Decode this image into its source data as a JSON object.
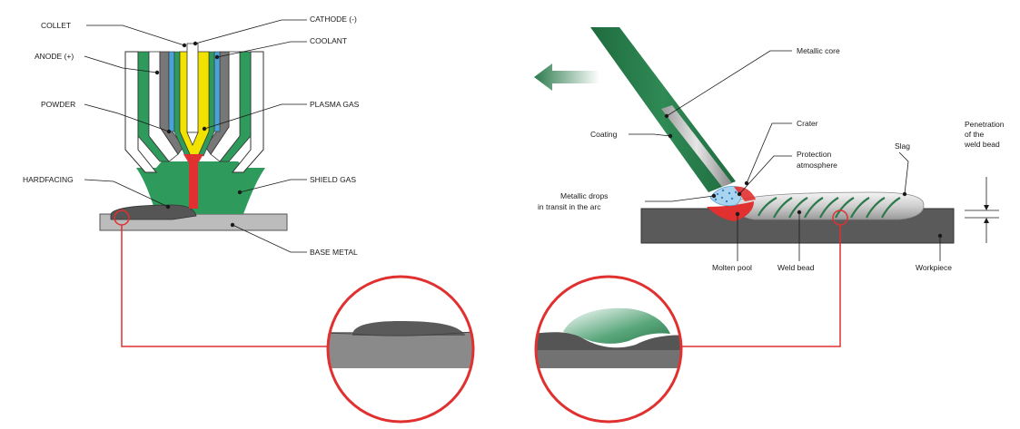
{
  "left_diagram": {
    "labels": {
      "collet": "COLLET",
      "cathode": "CATHODE (-)",
      "coolant": "COOLANT",
      "anode": "ANODE (+)",
      "powder": "POWDER",
      "plasma_gas": "PLASMA GAS",
      "hardfacing": "HARDFACING",
      "shield_gas": "SHIELD GAS",
      "base_metal": "BASE METAL"
    }
  },
  "right_diagram": {
    "labels": {
      "metallic_core": "Metallic core",
      "coating": "Coating",
      "crater": "Crater",
      "protection_1": "Protection",
      "protection_2": "atmosphere",
      "slag": "Slag",
      "penetration_1": "Penetration",
      "penetration_2": "of the",
      "penetration_3": "weld bead",
      "drops_1": "Metallic drops",
      "drops_2": "in transit in the arc",
      "molten_pool": "Molten pool",
      "weld_bead": "Weld bead",
      "workpiece": "Workpiece"
    }
  },
  "colors": {
    "green": "#2e9a5b",
    "electrode_green": "#2c7a4c",
    "red": "#e03030",
    "yellow": "#f2e200",
    "blue": "#4aa3d8",
    "gray_dark": "#555555",
    "gray_mid": "#8a8a8a",
    "gray_light": "#bdbdbd"
  }
}
